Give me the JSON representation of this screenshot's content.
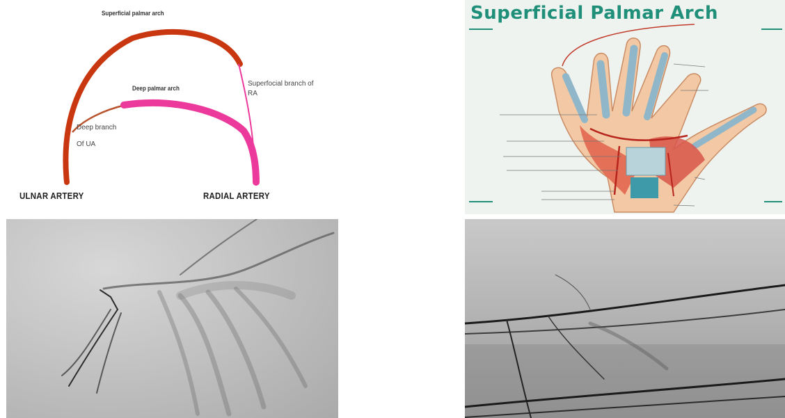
{
  "schematic": {
    "superficial_arch_label": "Superficial palmar arch",
    "deep_arch_label": "Deep palmar arch",
    "superficial_branch_ra_line1": "Superfocial branch of",
    "superficial_branch_ra_line2": "RA",
    "deep_branch_ua_line1": "Deep branch",
    "deep_branch_ua_line2": "Of UA",
    "ulnar_artery_label": "ULNAR ARTERY",
    "radial_artery_label": "RADIAL ARTERY",
    "colors": {
      "ulnar_vessel": "#c8370f",
      "radial_vessel": "#ec3a9c"
    }
  },
  "illustration": {
    "title": "Superficial Palmar Arch",
    "title_color": "#1f8f79"
  },
  "angiograms": {
    "left": {
      "icon": "angiogram-hand-image"
    },
    "right": {
      "icon": "angiogram-forearm-image"
    }
  }
}
